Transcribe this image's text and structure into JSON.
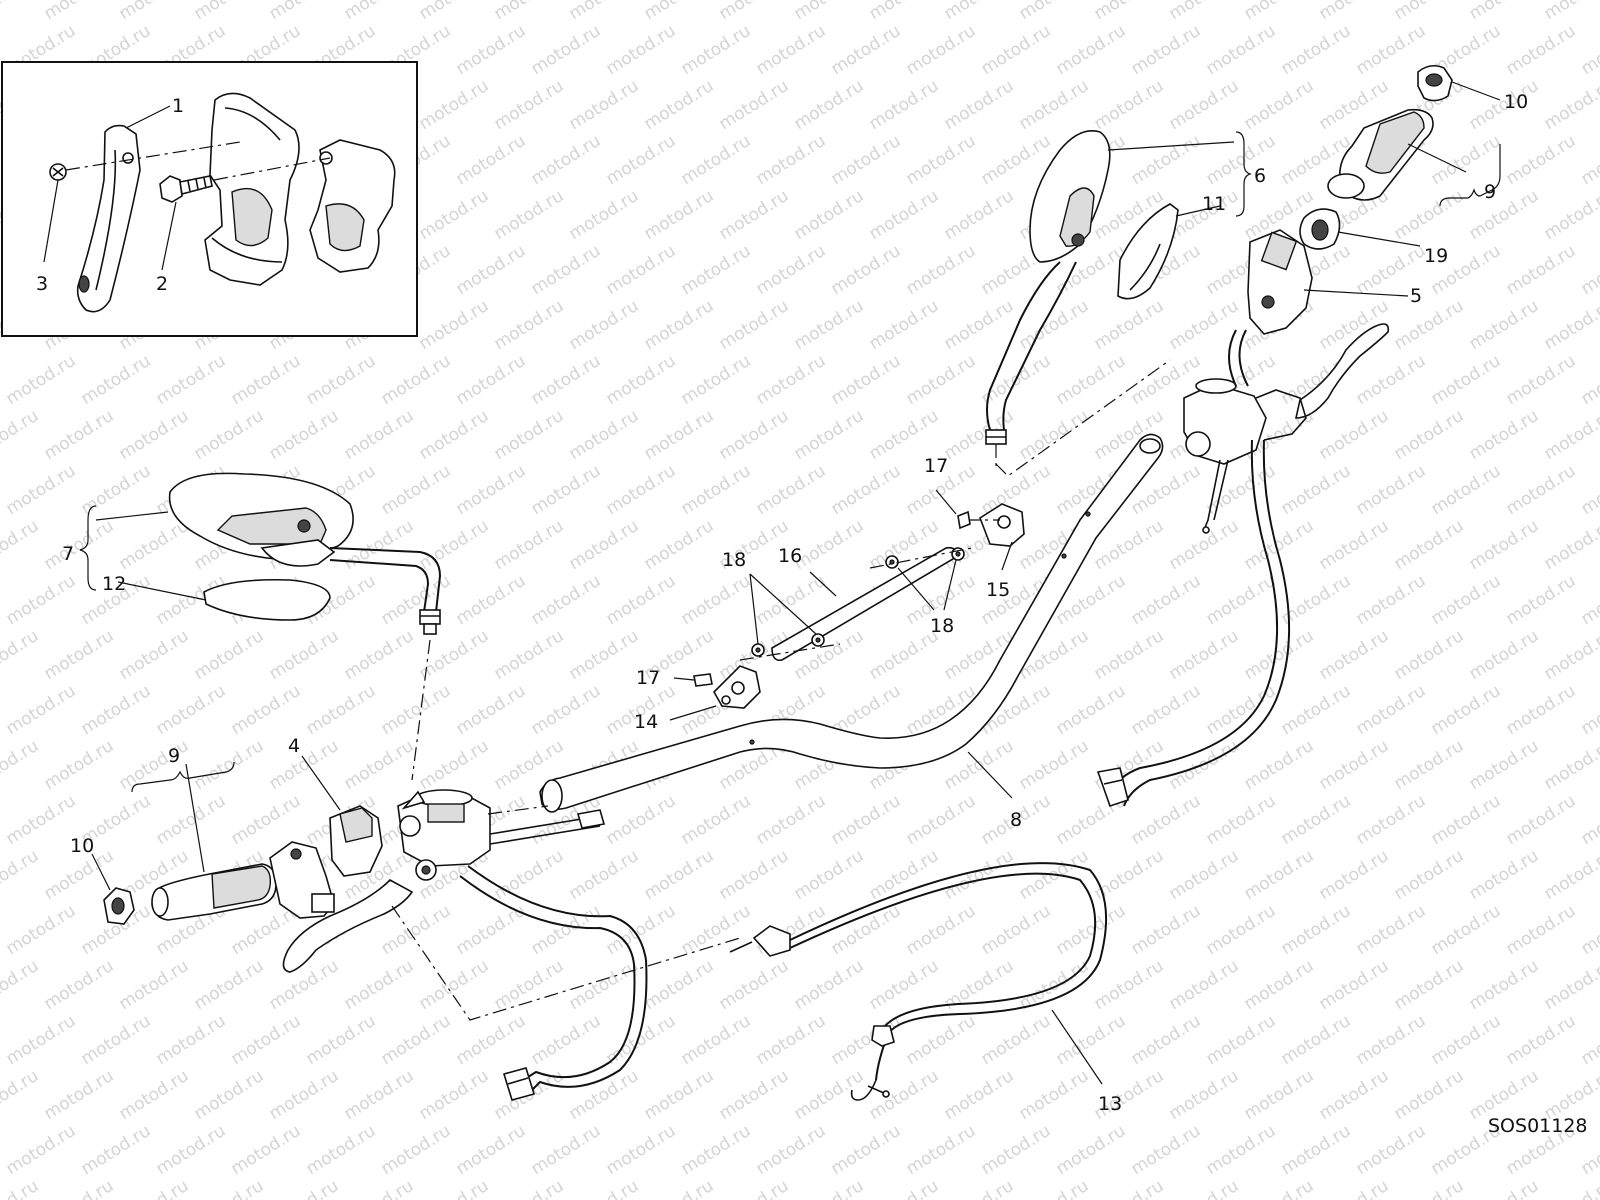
{
  "watermark": "motod.ru",
  "drawing_code": "SOS01128",
  "callouts": {
    "c1": "1",
    "c2": "2",
    "c3": "3",
    "c4": "4",
    "c5": "5",
    "c6": "6",
    "c7": "7",
    "c8": "8",
    "c9_left": "9",
    "c9_right": "9",
    "c10_left": "10",
    "c10_right": "10",
    "c11": "11",
    "c12": "12",
    "c13": "13",
    "c14": "14",
    "c15": "15",
    "c16": "16",
    "c17_top": "17",
    "c17_bottom": "17",
    "c18_top": "18",
    "c18_right": "18",
    "c19": "19"
  }
}
